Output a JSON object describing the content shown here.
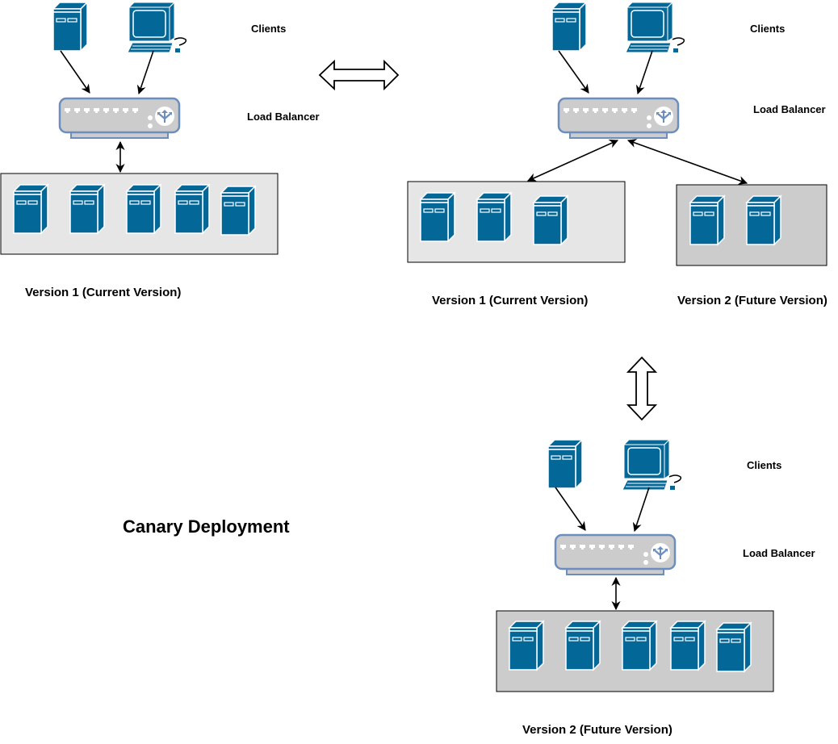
{
  "diagram": {
    "title": "Canary Deployment",
    "colors": {
      "server_fill": "#036897",
      "server_stroke": "#ffffff",
      "lb_body": "#cccccc",
      "lb_stroke": "#6c8ebf",
      "box_light": "#e6e6e6",
      "box_dark": "#cccccc",
      "line": "#000000"
    },
    "stages": [
      {
        "id": "stage-1",
        "clients_label": "Clients",
        "lb_label": "Load Balancer",
        "pools": [
          {
            "label": "Version 1 (Current Version)",
            "servers": 5,
            "shade": "light"
          }
        ]
      },
      {
        "id": "stage-2",
        "clients_label": "Clients",
        "lb_label": "Load Balancer",
        "pools": [
          {
            "label": "Version 1 (Current Version)",
            "servers": 3,
            "shade": "light"
          },
          {
            "label": "Version 2 (Future Version)",
            "servers": 2,
            "shade": "dark"
          }
        ]
      },
      {
        "id": "stage-3",
        "clients_label": "Clients",
        "lb_label": "Load Balancer",
        "pools": [
          {
            "label": "Version 2 (Future Version)",
            "servers": 5,
            "shade": "dark"
          }
        ]
      }
    ],
    "transitions": [
      {
        "from": "stage-1",
        "to": "stage-2",
        "direction": "horizontal",
        "icon": "double-arrow-icon"
      },
      {
        "from": "stage-2",
        "to": "stage-3",
        "direction": "vertical",
        "icon": "double-arrow-icon"
      }
    ]
  }
}
